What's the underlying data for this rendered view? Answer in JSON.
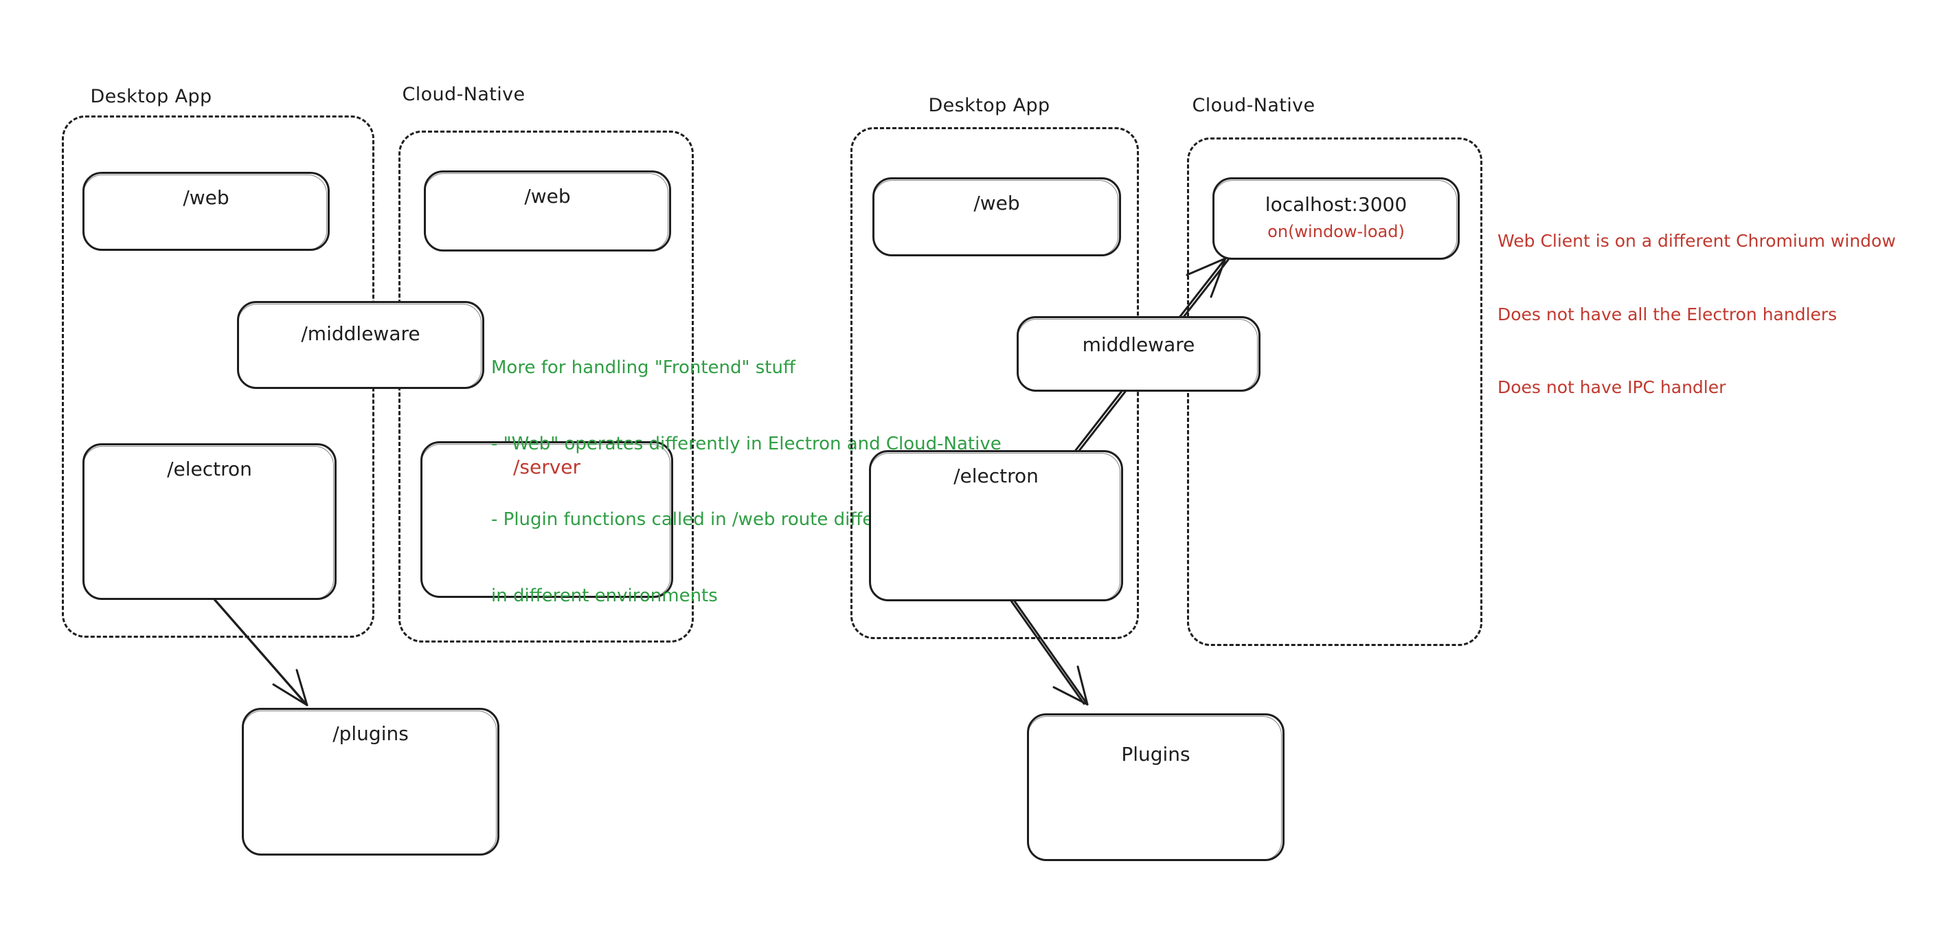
{
  "diagram": {
    "title_text": "",
    "colors": {
      "stroke": "#1e1e1e",
      "red": "#c0392f",
      "green": "#2f9e44",
      "background": "#ffffff"
    }
  },
  "left_panel": {
    "groups": [
      {
        "key": "desktop_app",
        "label": "Desktop App"
      },
      {
        "key": "cloud_native",
        "label": "Cloud-Native"
      }
    ],
    "nodes": [
      {
        "key": "web_desktop",
        "label": "/web"
      },
      {
        "key": "web_cloud",
        "label": "/web"
      },
      {
        "key": "middleware",
        "label": "/middleware"
      },
      {
        "key": "electron",
        "label": "/electron"
      },
      {
        "key": "server",
        "label": "/server"
      },
      {
        "key": "plugins",
        "label": "/plugins"
      }
    ],
    "annotation": {
      "line1": "More for handling \"Frontend\" stuff",
      "line2": "- \"Web\" operates differently in Electron and Cloud-Native",
      "line3": "- Plugin functions called in /web route differently",
      "line4": "in different environments"
    }
  },
  "right_panel": {
    "groups": [
      {
        "key": "desktop_app",
        "label": "Desktop App"
      },
      {
        "key": "cloud_native",
        "label": "Cloud-Native"
      }
    ],
    "nodes": [
      {
        "key": "web_desktop",
        "label": "/web"
      },
      {
        "key": "localhost",
        "label": "localhost:3000",
        "sublabel": "on(window-load)"
      },
      {
        "key": "middleware",
        "label": "middleware"
      },
      {
        "key": "electron",
        "label": "/electron"
      },
      {
        "key": "plugins",
        "label": "Plugins"
      }
    ],
    "annotation": {
      "line1": "Web Client is on a different Chromium window",
      "line2": "Does not have all the Electron handlers",
      "line3": "Does not have IPC handler"
    }
  }
}
